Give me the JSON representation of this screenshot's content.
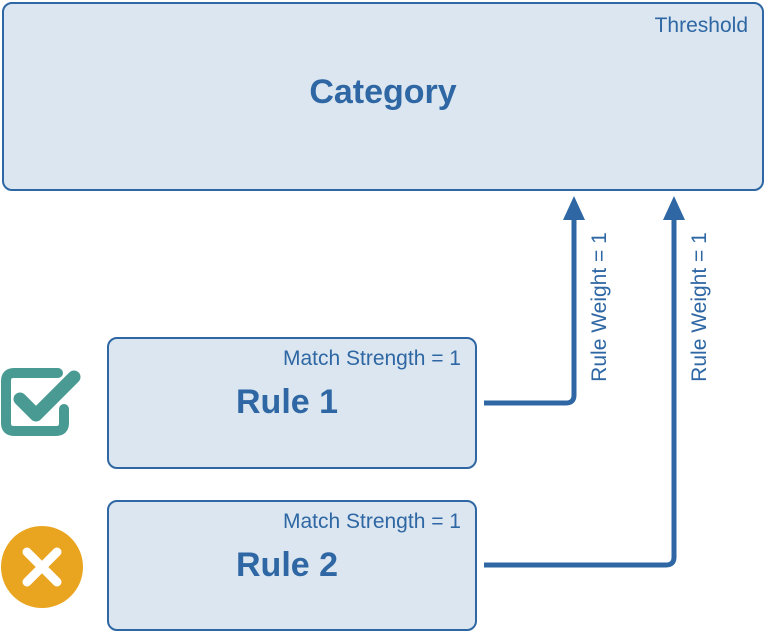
{
  "category": {
    "title": "Category",
    "threshold_label": "Threshold"
  },
  "rules": [
    {
      "title": "Rule 1",
      "match_strength": "Match Strength = 1",
      "status": "check-icon"
    },
    {
      "title": "Rule 2",
      "match_strength": "Match Strength = 1",
      "status": "cross-icon"
    }
  ],
  "connectors": [
    {
      "label": "Rule Weight = 1"
    },
    {
      "label": "Rule Weight = 1"
    }
  ],
  "colors": {
    "line": "#2e67a3",
    "box_fill": "#dbe6f0",
    "check": "#4a9a94",
    "cross": "#eaa520"
  }
}
